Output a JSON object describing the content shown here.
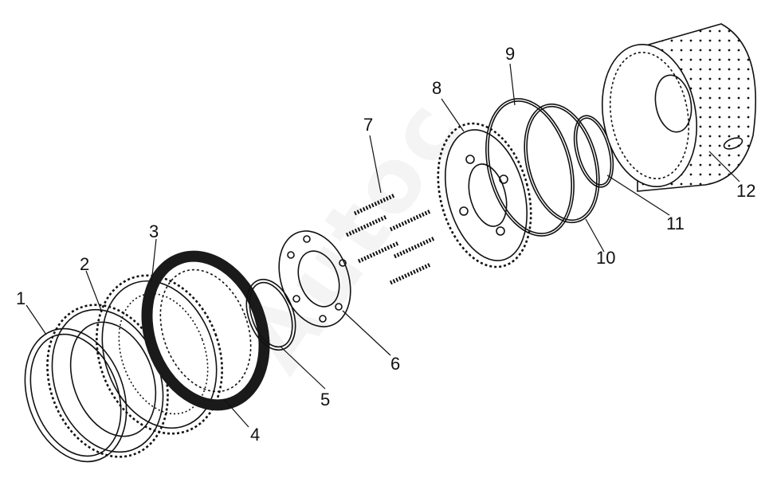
{
  "diagram": {
    "watermark": "Autoc",
    "callouts": [
      {
        "id": "1",
        "label": "1"
      },
      {
        "id": "2",
        "label": "2"
      },
      {
        "id": "3",
        "label": "3"
      },
      {
        "id": "4",
        "label": "4"
      },
      {
        "id": "5",
        "label": "5"
      },
      {
        "id": "6",
        "label": "6"
      },
      {
        "id": "7",
        "label": "7"
      },
      {
        "id": "8",
        "label": "8"
      },
      {
        "id": "9",
        "label": "9"
      },
      {
        "id": "10",
        "label": "10"
      },
      {
        "id": "11",
        "label": "11"
      },
      {
        "id": "12",
        "label": "12"
      }
    ],
    "colors": {
      "line": "#111111",
      "background": "#ffffff",
      "friction": "#1a1a1a"
    }
  }
}
